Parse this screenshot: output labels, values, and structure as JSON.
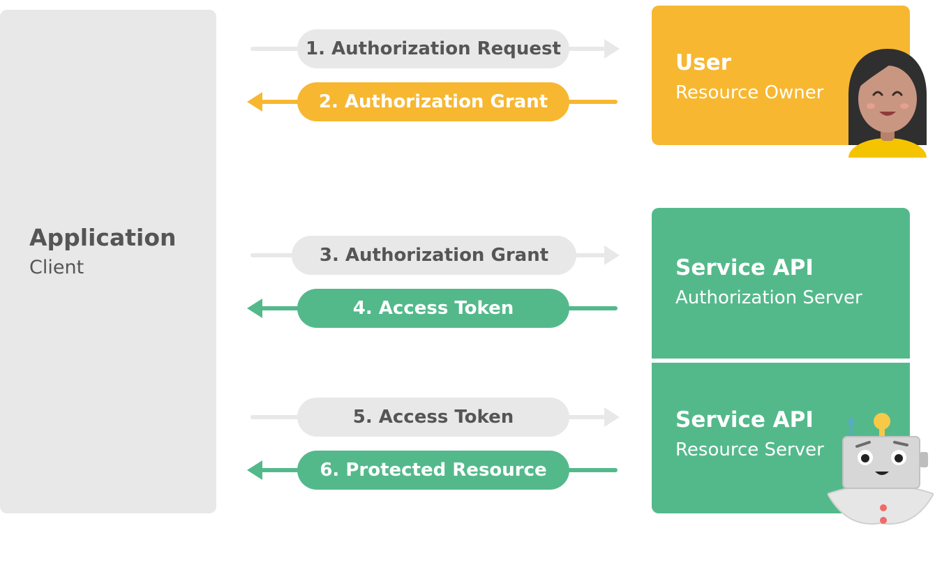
{
  "client": {
    "title": "Application",
    "subtitle": "Client"
  },
  "user": {
    "title": "User",
    "subtitle": "Resource Owner"
  },
  "auth_server": {
    "title": "Service API",
    "subtitle": "Authorization Server"
  },
  "resource_server": {
    "title": "Service API",
    "subtitle": "Resource Server"
  },
  "steps": [
    {
      "label": "1. Authorization Request",
      "direction": "right",
      "color": "gray"
    },
    {
      "label": "2. Authorization Grant",
      "direction": "left",
      "color": "yellow"
    },
    {
      "label": "3. Authorization Grant",
      "direction": "right",
      "color": "gray"
    },
    {
      "label": "4. Access Token",
      "direction": "left",
      "color": "green"
    },
    {
      "label": "5. Access Token",
      "direction": "right",
      "color": "gray"
    },
    {
      "label": "6. Protected Resource",
      "direction": "left",
      "color": "green"
    }
  ],
  "colors": {
    "gray": "#e8e8e8",
    "yellow": "#f7b731",
    "green": "#53b98b",
    "text_dark": "#555555"
  },
  "icons": {
    "user": "woman-avatar-icon",
    "resource_server": "robot-icon"
  }
}
